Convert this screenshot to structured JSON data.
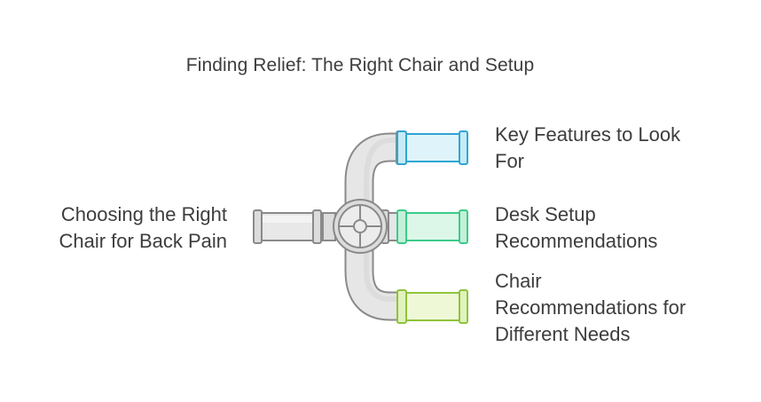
{
  "title": "Finding Relief: The Right Chair and Setup",
  "source": {
    "label": "Choosing the Right\nChair for Back Pain"
  },
  "outputs": [
    {
      "label": "Key Features to Look\nFor",
      "color": "#2fa6d3",
      "fill": "#dff4fa"
    },
    {
      "label": "Desk Setup\nRecommendations",
      "color": "#3ccb8a",
      "fill": "#dcf7e8"
    },
    {
      "label": "Chair\nRecommendations for\nDifferent Needs",
      "color": "#8fc33a",
      "fill": "#eef8d7"
    }
  ],
  "colors": {
    "pipe_fill": "#e6e6e6",
    "pipe_stroke": "#8a8a8a"
  }
}
